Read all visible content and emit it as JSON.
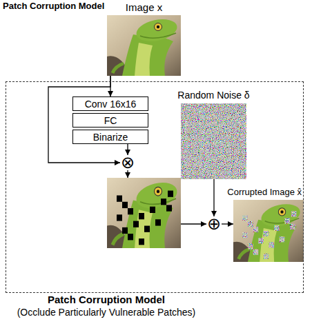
{
  "diagram": {
    "title": "Patch Corruption Model",
    "nodes": [
      {
        "text": [
          "Image x"
        ]
      },
      {
        "text": [
          "Patch Corruption Model",
          "(Occlude Particularly Vulnerable Patches)"
        ]
      },
      {
        "text": [
          "Conv 16x16"
        ],
        "in": 1
      },
      {
        "text": [
          "FC"
        ],
        "in": 1
      },
      {
        "text": [
          "Binarize"
        ],
        "in": 1
      },
      {
        "text": [
          "⊗"
        ],
        "in": 1
      },
      {
        "text": [
          "Random Noise δ"
        ],
        "in": 1
      },
      {
        "text": [
          "⊕"
        ],
        "in": 1
      },
      {
        "text": [
          "Corrupted Image x̂"
        ],
        "in": 1
      }
    ],
    "edges": [
      {
        "from": 0,
        "to": 2,
        "arrow": "to"
      },
      {
        "from": 4,
        "to": 5,
        "arrow": "to"
      },
      {
        "from": 0,
        "to": 5,
        "arrow": "to"
      },
      {
        "from": 6,
        "to": 7,
        "arrow": "to"
      },
      {
        "from": 7,
        "to": 8,
        "arrow": "to"
      }
    ]
  }
}
